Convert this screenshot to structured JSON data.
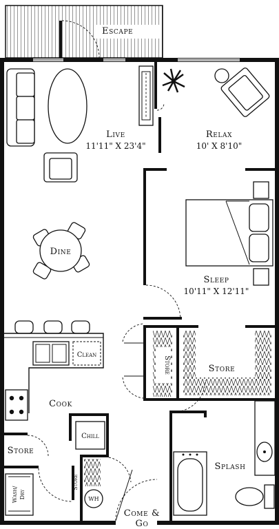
{
  "rooms": {
    "escape": {
      "name": "Escape"
    },
    "live": {
      "name": "Live",
      "dimensions": "11'11\" X 23'4\""
    },
    "relax": {
      "name": "Relax",
      "dimensions": "10' X 8'10\""
    },
    "sleep": {
      "name": "Sleep",
      "dimensions": "10'11\" X 12'11\""
    },
    "dine": {
      "name": "Dine"
    },
    "cook": {
      "name": "Cook"
    },
    "store_bedroom": {
      "name": "Store"
    },
    "store_closet": {
      "name": "Store"
    },
    "store_entry": {
      "name": "Store"
    },
    "splash": {
      "name": "Splash"
    },
    "come_go": {
      "line1": "Come &",
      "line2": "Go"
    }
  },
  "fixtures": {
    "clean": "Clean",
    "chill": "Chill",
    "wash_dry_1": "Wash/",
    "wash_dry_2": "Dry",
    "water_heater": "WH",
    "store_small": "Store"
  }
}
